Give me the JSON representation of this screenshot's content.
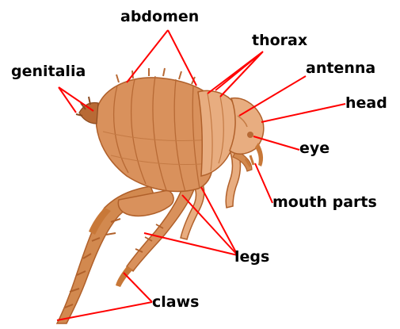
{
  "labels": {
    "abdomen": "abdomen",
    "genitalia": "genitalia",
    "thorax": "thorax",
    "antenna": "antenna",
    "head": "head",
    "eye": "eye",
    "mouth_parts": "mouth parts",
    "legs": "legs",
    "claws": "claws"
  },
  "colors": {
    "leader_line": "#ff0000",
    "body_main": "#d9915c",
    "body_light": "#e8ad80",
    "body_dark": "#b86a35",
    "leg": "#d2894f",
    "leg_dark": "#b0602a",
    "claw": "#c87838"
  }
}
